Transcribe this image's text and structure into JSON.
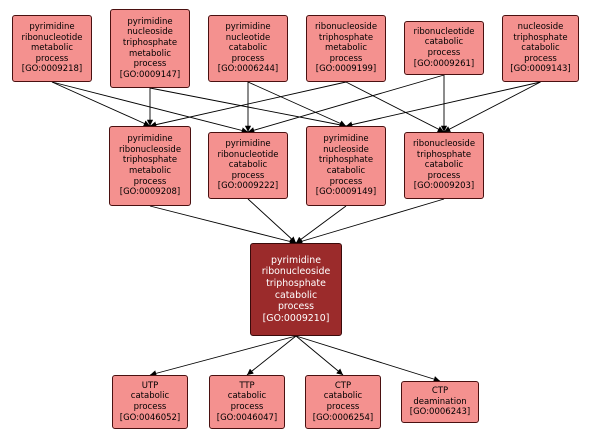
{
  "colors": {
    "node_fill": "#f4918f",
    "focus_fill": "#9b2b2b",
    "edge": "#000000"
  },
  "nodes": [
    {
      "id": "n9218",
      "lines": [
        "pyrimidine",
        "ribonucleotide",
        "metabolic",
        "process",
        "[GO:0009218]"
      ]
    },
    {
      "id": "n9147",
      "lines": [
        "pyrimidine",
        "nucleoside",
        "triphosphate",
        "metabolic",
        "process",
        "[GO:0009147]"
      ]
    },
    {
      "id": "n6244",
      "lines": [
        "pyrimidine",
        "nucleotide",
        "catabolic",
        "process",
        "[GO:0006244]"
      ]
    },
    {
      "id": "n9199",
      "lines": [
        "ribonucleoside",
        "triphosphate",
        "metabolic",
        "process",
        "[GO:0009199]"
      ]
    },
    {
      "id": "n9261",
      "lines": [
        "ribonucleotide",
        "catabolic",
        "process",
        "[GO:0009261]"
      ]
    },
    {
      "id": "n9143",
      "lines": [
        "nucleoside",
        "triphosphate",
        "catabolic",
        "process",
        "[GO:0009143]"
      ]
    },
    {
      "id": "n9208",
      "lines": [
        "pyrimidine",
        "ribonucleoside",
        "triphosphate",
        "metabolic",
        "process",
        "[GO:0009208]"
      ]
    },
    {
      "id": "n9222",
      "lines": [
        "pyrimidine",
        "ribonucleotide",
        "catabolic",
        "process",
        "[GO:0009222]"
      ]
    },
    {
      "id": "n9149",
      "lines": [
        "pyrimidine",
        "nucleoside",
        "triphosphate",
        "catabolic",
        "process",
        "[GO:0009149]"
      ]
    },
    {
      "id": "n9203",
      "lines": [
        "ribonucleoside",
        "triphosphate",
        "catabolic",
        "process",
        "[GO:0009203]"
      ]
    },
    {
      "id": "n9210",
      "lines": [
        "pyrimidine",
        "ribonucleoside",
        "triphosphate",
        "catabolic",
        "process",
        "[GO:0009210]"
      ]
    },
    {
      "id": "n46052",
      "lines": [
        "UTP",
        "catabolic",
        "process",
        "[GO:0046052]"
      ]
    },
    {
      "id": "n46047",
      "lines": [
        "TTP",
        "catabolic",
        "process",
        "[GO:0046047]"
      ]
    },
    {
      "id": "n6254",
      "lines": [
        "CTP",
        "catabolic",
        "process",
        "[GO:0006254]"
      ]
    },
    {
      "id": "n6243",
      "lines": [
        "CTP",
        "deamination",
        "[GO:0006243]"
      ]
    }
  ],
  "edges": [
    [
      "n9218",
      "n9208"
    ],
    [
      "n9218",
      "n9222"
    ],
    [
      "n9147",
      "n9208"
    ],
    [
      "n9147",
      "n9149"
    ],
    [
      "n6244",
      "n9222"
    ],
    [
      "n6244",
      "n9149"
    ],
    [
      "n9199",
      "n9208"
    ],
    [
      "n9199",
      "n9203"
    ],
    [
      "n9261",
      "n9222"
    ],
    [
      "n9261",
      "n9203"
    ],
    [
      "n9143",
      "n9149"
    ],
    [
      "n9143",
      "n9203"
    ],
    [
      "n9208",
      "n9210"
    ],
    [
      "n9222",
      "n9210"
    ],
    [
      "n9149",
      "n9210"
    ],
    [
      "n9203",
      "n9210"
    ],
    [
      "n9210",
      "n46052"
    ],
    [
      "n9210",
      "n46047"
    ],
    [
      "n9210",
      "n6254"
    ],
    [
      "n9210",
      "n6243"
    ]
  ]
}
